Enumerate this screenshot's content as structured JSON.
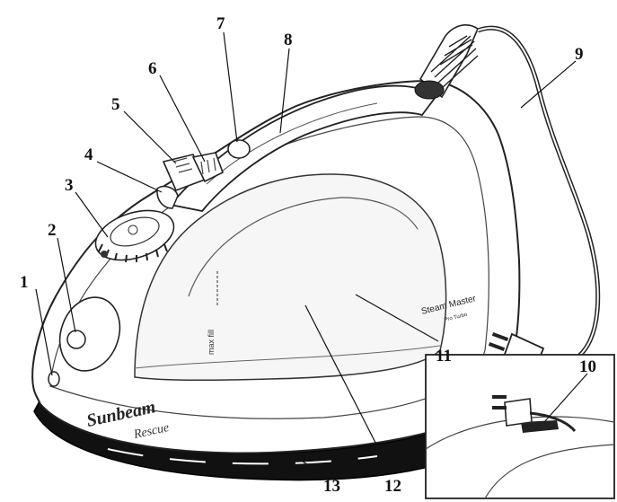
{
  "figure": {
    "brand": "Sunbeam",
    "brand_sub": "Rescue",
    "model_label": "Steam Master",
    "model_sublabel": "Pro Turbo",
    "fill_mark": "max fill"
  },
  "callouts": [
    {
      "id": "1",
      "label": "1"
    },
    {
      "id": "2",
      "label": "2"
    },
    {
      "id": "3",
      "label": "3"
    },
    {
      "id": "4",
      "label": "4"
    },
    {
      "id": "5",
      "label": "5"
    },
    {
      "id": "6",
      "label": "6"
    },
    {
      "id": "7",
      "label": "7"
    },
    {
      "id": "8",
      "label": "8"
    },
    {
      "id": "9",
      "label": "9"
    },
    {
      "id": "10",
      "label": "10"
    },
    {
      "id": "11",
      "label": "11"
    },
    {
      "id": "12",
      "label": "12"
    },
    {
      "id": "13",
      "label": "13"
    }
  ]
}
